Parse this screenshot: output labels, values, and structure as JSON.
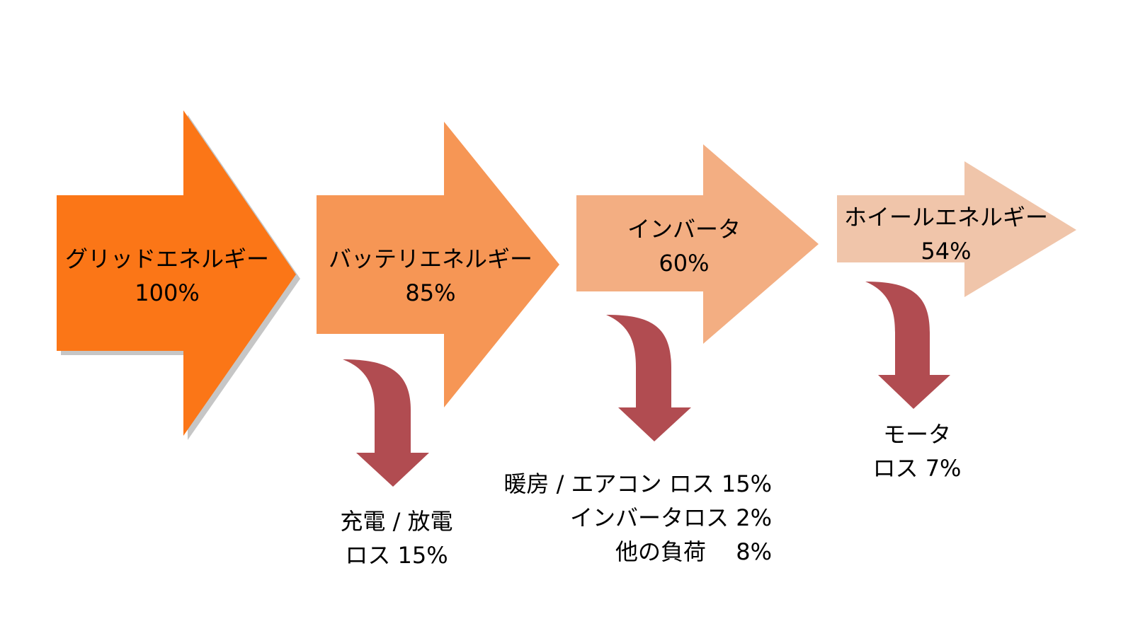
{
  "colors": {
    "stage_1": "#fb7617",
    "stage_2": "#f69655",
    "stage_3": "#f3ae82",
    "stage_4": "#f0c5aa",
    "loss_arrow": "#b14c51",
    "shadow": "#c6c6c6"
  },
  "stages": [
    {
      "name": "グリッドエネルギー",
      "value": "100%"
    },
    {
      "name": "バッテリエネルギー",
      "value": "85%"
    },
    {
      "name": "インバータ",
      "value": "60%"
    },
    {
      "name": "ホイールエネルギー",
      "value": "54%"
    }
  ],
  "losses": [
    {
      "lines": [
        "充電 / 放電",
        "ロス 15%"
      ]
    },
    {
      "lines": [
        "暖房 / エアコン ロス 15%",
        "インバータロス 2%",
        "他の負荷　 8%"
      ]
    },
    {
      "lines": [
        "モータ",
        "ロス 7%"
      ]
    }
  ]
}
